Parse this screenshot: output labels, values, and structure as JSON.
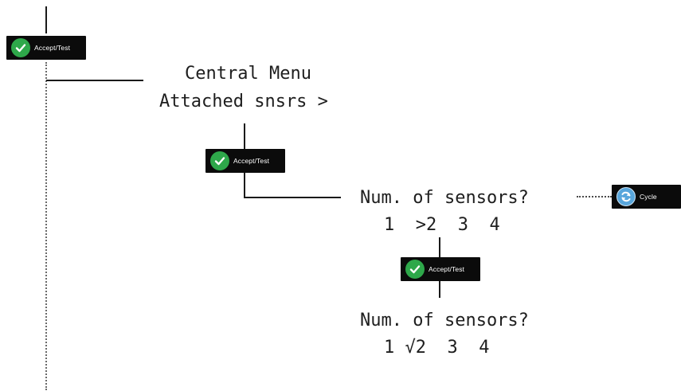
{
  "badges": {
    "accept_label": "Accept/Test",
    "cycle_label": "Cycle"
  },
  "central_menu": {
    "title": "Central Menu",
    "item": "Attached snsrs >"
  },
  "sensor_prompt_1": {
    "question": "Num. of sensors?",
    "options": "1  >2  3  4"
  },
  "sensor_prompt_2": {
    "question": "Num. of sensors?",
    "options": "1 √2  3  4"
  },
  "colors": {
    "accept_green": "#2ea84a",
    "cycle_blue": "#58a6dc",
    "badge_bg": "#0b0b0b"
  }
}
